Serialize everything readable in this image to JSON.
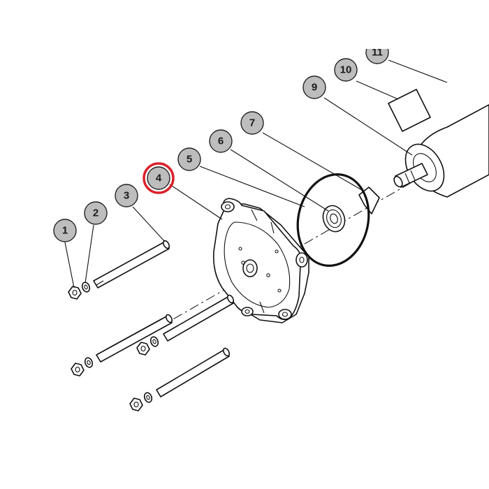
{
  "diagram": {
    "callouts": [
      {
        "id": "1",
        "label": "1"
      },
      {
        "id": "2",
        "label": "2"
      },
      {
        "id": "3",
        "label": "3"
      },
      {
        "id": "4",
        "label": "4",
        "highlighted": true
      },
      {
        "id": "5",
        "label": "5"
      },
      {
        "id": "6",
        "label": "6"
      },
      {
        "id": "7",
        "label": "7"
      },
      {
        "id": "9",
        "label": "9"
      },
      {
        "id": "10",
        "label": "10"
      },
      {
        "id": "11",
        "label": "11"
      }
    ],
    "colors": {
      "highlight": "#d9232d",
      "callout_fill": "#bdbdbd",
      "line": "#111111",
      "background": "#ffffff"
    },
    "icons": [
      "hex-nut-icon",
      "washer-icon",
      "stud-bolt-icon",
      "pump-cover-icon",
      "bearing-icon",
      "o-ring-icon",
      "key-icon",
      "motor-shaft-icon",
      "label-plate-icon"
    ]
  }
}
